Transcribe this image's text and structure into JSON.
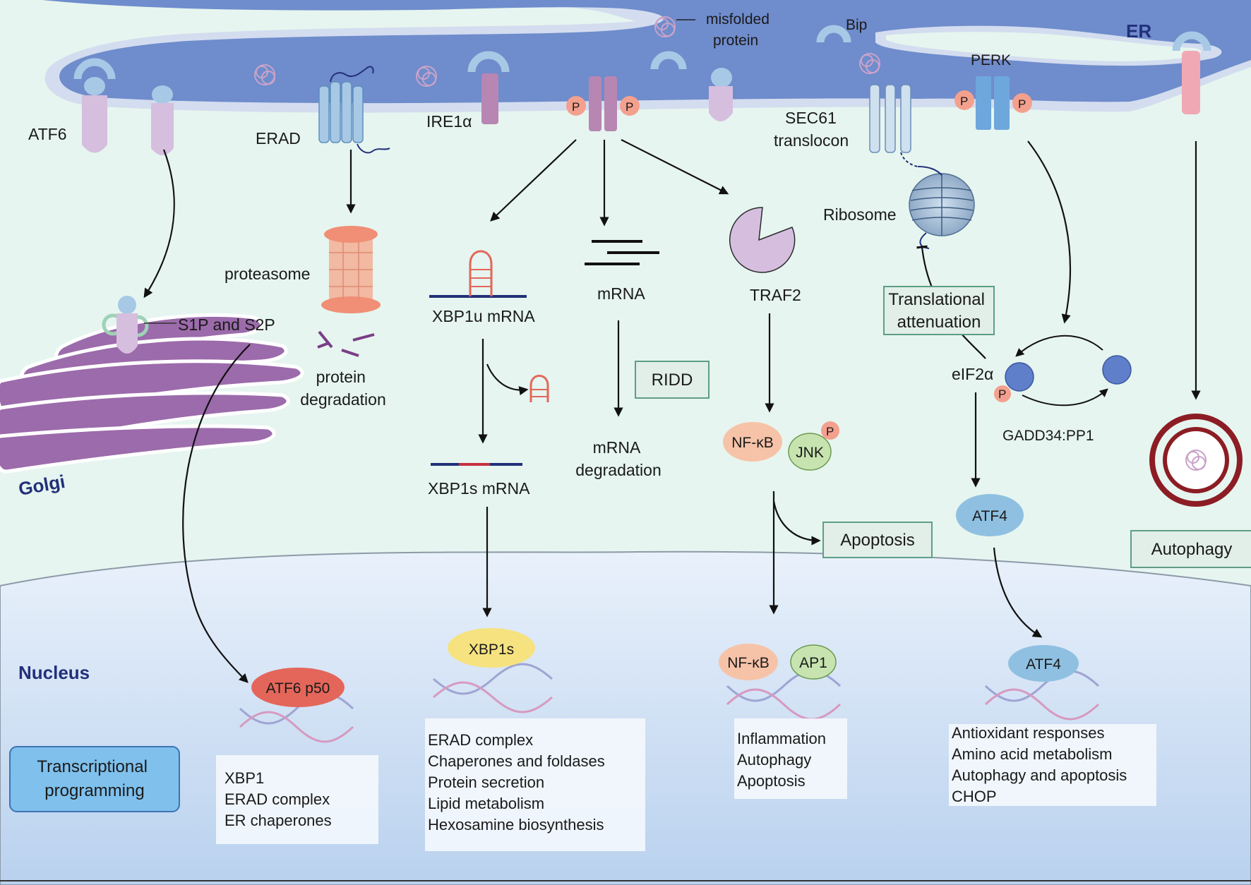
{
  "er": {
    "title": "ER",
    "labels": {
      "misfolded_protein": [
        "misfolded",
        "protein"
      ],
      "bip": "Bip",
      "perk": "PERK",
      "atf6": "ATF6",
      "erad": "ERAD",
      "ire1a": "IRE1α",
      "sec61": [
        "SEC61",
        "translocon"
      ],
      "ribosome": "Ribosome"
    }
  },
  "phospho_label": "P",
  "golgi": {
    "title": "Golgi",
    "s1p_s2p": "S1P and S2P"
  },
  "cytosol": {
    "proteasome": "proteasome",
    "protein_degradation": [
      "protein",
      "degradation"
    ],
    "xbp1u_mrna": "XBP1u mRNA",
    "xbp1s_mrna": "XBP1s mRNA",
    "mrna": "mRNA",
    "ridd": "RIDD",
    "mrna_degradation": [
      "mRNA",
      "degradation"
    ],
    "traf2": "TRAF2",
    "nfkb": "NF-κB",
    "jnk": "JNK",
    "apoptosis": "Apoptosis",
    "translational_attenuation": [
      "Translational",
      "attenuation"
    ],
    "eif2a": "eIF2α",
    "gadd34_pp1": "GADD34:PP1",
    "atf4": "ATF4",
    "autophagy": "Autophagy"
  },
  "nucleus": {
    "title": "Nucleus",
    "transcriptional_programming": [
      "Transcriptional",
      "programming"
    ],
    "atf6_p50": "ATF6 p50",
    "atf6_targets": [
      "XBP1",
      "ERAD complex",
      "ER chaperones"
    ],
    "xbp1s": "XBP1s",
    "xbp1s_targets": [
      "ERAD complex",
      "Chaperones and foldases",
      "Protein secretion",
      "Lipid metabolism",
      "Hexosamine biosynthesis"
    ],
    "nfkb": "NF-κB",
    "ap1": "AP1",
    "nfkb_targets": [
      "Inflammation",
      "Autophagy",
      "Apoptosis"
    ],
    "atf4": "ATF4",
    "atf4_targets": [
      "Antioxidant responses",
      "Amino acid metabolism",
      "Autophagy and apoptosis",
      "CHOP"
    ]
  },
  "colors": {
    "background": "#e6f5ef",
    "er_lumen": "#6f8ccc",
    "nucleus": "#cfe0f4",
    "golgi": "#9c6bab",
    "atf6_receptor": "#d6bedf",
    "bip": "#a7c9e6",
    "ire1": "#b786b2",
    "perk": "#6ea7dc",
    "phospho": "#f4a08e",
    "box_fill": "#e1efe8",
    "box_stroke": "#5e9e86",
    "tp_fill": "#7fc0ec",
    "atf6p50": "#e4665a",
    "xbp1s": "#f6e27f",
    "atf4": "#8fc0e1",
    "nfkb": "#f7c3a8",
    "jnk": "#c7e4b0",
    "autophagosome": "#8c1d24"
  }
}
